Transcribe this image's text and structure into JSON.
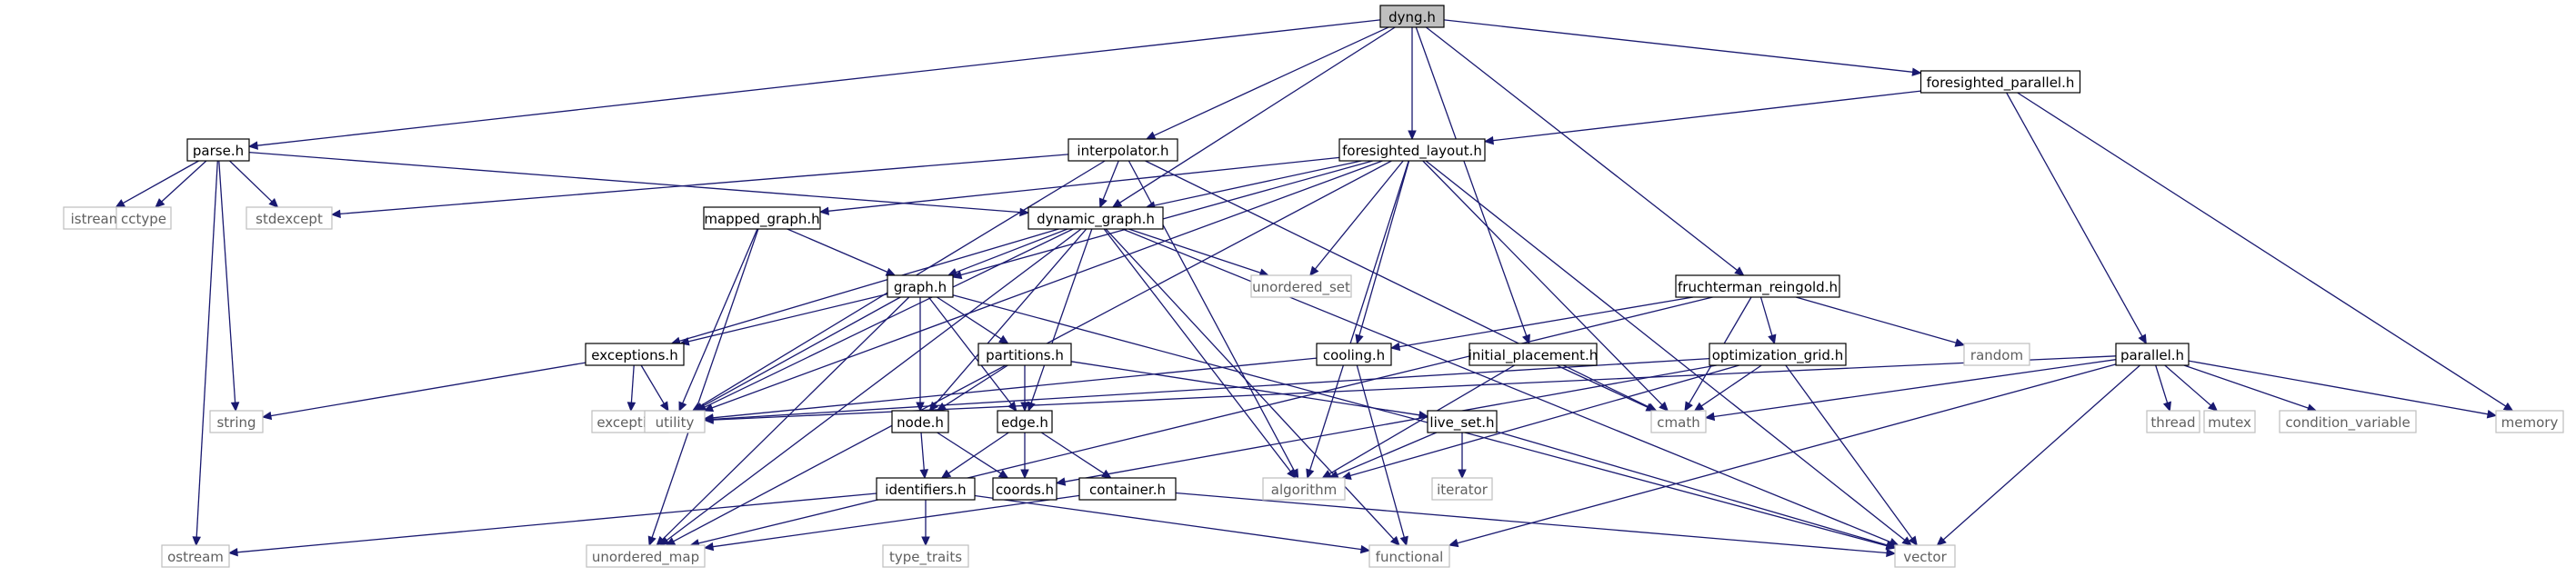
{
  "graph": {
    "colors": {
      "edge": "#191970",
      "root_fill": "#bfbfbf",
      "node_border": "#000000",
      "system_border": "#bfbfbf",
      "system_text": "#5f5f5f"
    },
    "nodes": [
      {
        "id": "dyng",
        "label": "dyng.h",
        "kind": "root"
      },
      {
        "id": "parse",
        "label": "parse.h",
        "kind": "local"
      },
      {
        "id": "interpolator",
        "label": "interpolator.h",
        "kind": "local"
      },
      {
        "id": "foresighted_layout",
        "label": "foresighted_layout.h",
        "kind": "local"
      },
      {
        "id": "foresighted_parallel",
        "label": "foresighted_parallel.h",
        "kind": "local"
      },
      {
        "id": "mapped_graph",
        "label": "mapped_graph.h",
        "kind": "local"
      },
      {
        "id": "dynamic_graph",
        "label": "dynamic_graph.h",
        "kind": "local"
      },
      {
        "id": "graph",
        "label": "graph.h",
        "kind": "local"
      },
      {
        "id": "exceptions",
        "label": "exceptions.h",
        "kind": "local"
      },
      {
        "id": "partitions",
        "label": "partitions.h",
        "kind": "local"
      },
      {
        "id": "node",
        "label": "node.h",
        "kind": "local"
      },
      {
        "id": "edge",
        "label": "edge.h",
        "kind": "local"
      },
      {
        "id": "identifiers",
        "label": "identifiers.h",
        "kind": "local"
      },
      {
        "id": "coords",
        "label": "coords.h",
        "kind": "local"
      },
      {
        "id": "container",
        "label": "container.h",
        "kind": "local"
      },
      {
        "id": "fruchterman_reingold",
        "label": "fruchterman_reingold.h",
        "kind": "local"
      },
      {
        "id": "cooling",
        "label": "cooling.h",
        "kind": "local"
      },
      {
        "id": "initial_placement",
        "label": "initial_placement.h",
        "kind": "local"
      },
      {
        "id": "optimization_grid",
        "label": "optimization_grid.h",
        "kind": "local"
      },
      {
        "id": "live_set",
        "label": "live_set.h",
        "kind": "local"
      },
      {
        "id": "parallel",
        "label": "parallel.h",
        "kind": "local"
      },
      {
        "id": "istream",
        "label": "istream",
        "kind": "system"
      },
      {
        "id": "cctype",
        "label": "cctype",
        "kind": "system"
      },
      {
        "id": "stdexcept",
        "label": "stdexcept",
        "kind": "system"
      },
      {
        "id": "string",
        "label": "string",
        "kind": "system"
      },
      {
        "id": "ostream",
        "label": "ostream",
        "kind": "system"
      },
      {
        "id": "exception",
        "label": "exception",
        "kind": "system"
      },
      {
        "id": "utility",
        "label": "utility",
        "kind": "system"
      },
      {
        "id": "unordered_set",
        "label": "unordered_set",
        "kind": "system"
      },
      {
        "id": "unordered_map",
        "label": "unordered_map",
        "kind": "system"
      },
      {
        "id": "algorithm",
        "label": "algorithm",
        "kind": "system"
      },
      {
        "id": "functional",
        "label": "functional",
        "kind": "system"
      },
      {
        "id": "type_traits",
        "label": "type_traits",
        "kind": "system"
      },
      {
        "id": "iterator",
        "label": "iterator",
        "kind": "system"
      },
      {
        "id": "random",
        "label": "random",
        "kind": "system"
      },
      {
        "id": "cmath",
        "label": "cmath",
        "kind": "system"
      },
      {
        "id": "vector",
        "label": "vector",
        "kind": "system"
      },
      {
        "id": "thread",
        "label": "thread",
        "kind": "system"
      },
      {
        "id": "mutex",
        "label": "mutex",
        "kind": "system"
      },
      {
        "id": "condition_variable",
        "label": "condition_variable",
        "kind": "system"
      },
      {
        "id": "memory",
        "label": "memory",
        "kind": "system"
      }
    ],
    "edges": [
      [
        "dyng",
        "parse"
      ],
      [
        "dyng",
        "interpolator"
      ],
      [
        "dyng",
        "foresighted_layout"
      ],
      [
        "dyng",
        "foresighted_parallel"
      ],
      [
        "dyng",
        "dynamic_graph"
      ],
      [
        "dyng",
        "fruchterman_reingold"
      ],
      [
        "dyng",
        "initial_placement"
      ],
      [
        "parse",
        "istream"
      ],
      [
        "parse",
        "cctype"
      ],
      [
        "parse",
        "stdexcept"
      ],
      [
        "parse",
        "string"
      ],
      [
        "parse",
        "ostream"
      ],
      [
        "parse",
        "dynamic_graph"
      ],
      [
        "interpolator",
        "dynamic_graph"
      ],
      [
        "interpolator",
        "stdexcept"
      ],
      [
        "interpolator",
        "utility"
      ],
      [
        "interpolator",
        "algorithm"
      ],
      [
        "interpolator",
        "cmath"
      ],
      [
        "foresighted_parallel",
        "foresighted_layout"
      ],
      [
        "foresighted_parallel",
        "parallel"
      ],
      [
        "foresighted_parallel",
        "memory"
      ],
      [
        "foresighted_layout",
        "mapped_graph"
      ],
      [
        "foresighted_layout",
        "dynamic_graph"
      ],
      [
        "foresighted_layout",
        "graph"
      ],
      [
        "foresighted_layout",
        "unordered_set"
      ],
      [
        "foresighted_layout",
        "unordered_map"
      ],
      [
        "foresighted_layout",
        "utility"
      ],
      [
        "foresighted_layout",
        "algorithm"
      ],
      [
        "foresighted_layout",
        "cmath"
      ],
      [
        "foresighted_layout",
        "vector"
      ],
      [
        "foresighted_layout",
        "cooling"
      ],
      [
        "mapped_graph",
        "graph"
      ],
      [
        "mapped_graph",
        "utility"
      ],
      [
        "mapped_graph",
        "unordered_map"
      ],
      [
        "dynamic_graph",
        "graph"
      ],
      [
        "dynamic_graph",
        "exceptions"
      ],
      [
        "dynamic_graph",
        "node"
      ],
      [
        "dynamic_graph",
        "edge"
      ],
      [
        "dynamic_graph",
        "unordered_set"
      ],
      [
        "dynamic_graph",
        "unordered_map"
      ],
      [
        "dynamic_graph",
        "utility"
      ],
      [
        "dynamic_graph",
        "algorithm"
      ],
      [
        "dynamic_graph",
        "functional"
      ],
      [
        "dynamic_graph",
        "vector"
      ],
      [
        "graph",
        "exceptions"
      ],
      [
        "graph",
        "partitions"
      ],
      [
        "graph",
        "node"
      ],
      [
        "graph",
        "edge"
      ],
      [
        "graph",
        "utility"
      ],
      [
        "graph",
        "unordered_map"
      ],
      [
        "graph",
        "vector"
      ],
      [
        "exceptions",
        "string"
      ],
      [
        "exceptions",
        "exception"
      ],
      [
        "exceptions",
        "utility"
      ],
      [
        "partitions",
        "node"
      ],
      [
        "partitions",
        "edge"
      ],
      [
        "partitions",
        "live_set"
      ],
      [
        "node",
        "identifiers"
      ],
      [
        "node",
        "coords"
      ],
      [
        "edge",
        "identifiers"
      ],
      [
        "edge",
        "coords"
      ],
      [
        "edge",
        "container"
      ],
      [
        "identifiers",
        "ostream"
      ],
      [
        "identifiers",
        "type_traits"
      ],
      [
        "identifiers",
        "functional"
      ],
      [
        "container",
        "unordered_map"
      ],
      [
        "container",
        "vector"
      ],
      [
        "fruchterman_reingold",
        "cooling"
      ],
      [
        "fruchterman_reingold",
        "optimization_grid"
      ],
      [
        "fruchterman_reingold",
        "random"
      ],
      [
        "fruchterman_reingold",
        "cmath"
      ],
      [
        "fruchterman_reingold",
        "unordered_map"
      ],
      [
        "cooling",
        "utility"
      ],
      [
        "cooling",
        "functional"
      ],
      [
        "initial_placement",
        "algorithm"
      ],
      [
        "initial_placement",
        "cmath"
      ],
      [
        "optimization_grid",
        "cmath"
      ],
      [
        "optimization_grid",
        "algorithm"
      ],
      [
        "optimization_grid",
        "coords"
      ],
      [
        "optimization_grid",
        "vector"
      ],
      [
        "optimization_grid",
        "utility"
      ],
      [
        "live_set",
        "algorithm"
      ],
      [
        "live_set",
        "iterator"
      ],
      [
        "live_set",
        "vector"
      ],
      [
        "parallel",
        "utility"
      ],
      [
        "parallel",
        "cmath"
      ],
      [
        "parallel",
        "functional"
      ],
      [
        "parallel",
        "vector"
      ],
      [
        "parallel",
        "thread"
      ],
      [
        "parallel",
        "mutex"
      ],
      [
        "parallel",
        "condition_variable"
      ],
      [
        "parallel",
        "memory"
      ]
    ]
  }
}
